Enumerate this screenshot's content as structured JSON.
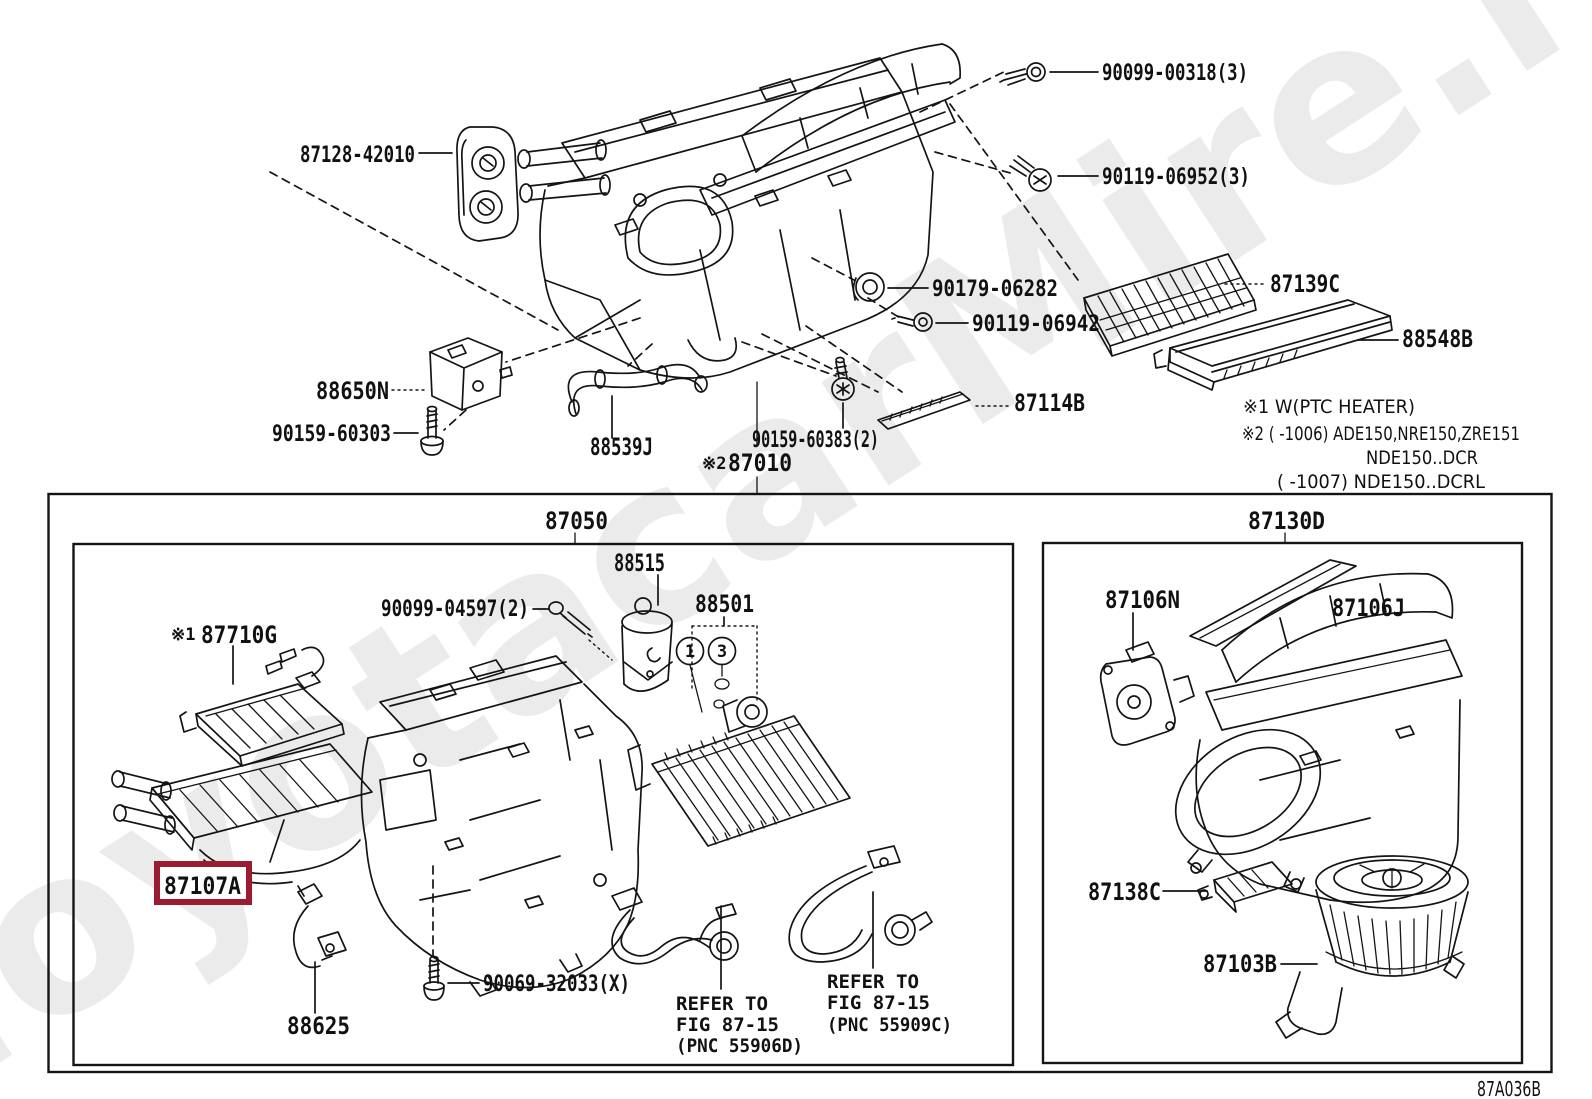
{
  "watermark": "ToyotacarMire.ru",
  "diagram_code": "87A036B",
  "colors": {
    "line": "#141414",
    "highlight": "#9b1c30",
    "watermark": "#ebebeb"
  },
  "labels": {
    "grommet_plate": "87128-42010",
    "screw_a": "90099-00318(3)",
    "screw_b": "90119-06952(3)",
    "grommet": "90179-06282",
    "screw_c": "90119-06942",
    "filter": "87139C",
    "filter_case": "88548B",
    "servo_motor": "88650N",
    "screw_d": "90159-60303",
    "water_hose": "88539J",
    "screw_e": "90159-60383(2)",
    "packing": "87114B",
    "unit_mark": "※2",
    "unit": "87010"
  },
  "notes": {
    "n1": "※1 W(PTC HEATER)",
    "n2": "※2 (  -1006) ADE150,NRE150,ZRE151",
    "n3": "NDE150..DCR",
    "n4": "(  -1007) NDE150..DCRL"
  },
  "heater_box": {
    "callout": "87050",
    "valve": "88515",
    "evaporator": "88501",
    "screw": "90099-04597(2)",
    "ptc_mark": "※1",
    "ptc": "87710G",
    "heater_core": "87107A",
    "wire": "88625",
    "screw2": "90069-32033(X)",
    "callout_1": "1",
    "callout_3": "3",
    "refer_left": {
      "l1": "REFER TO",
      "l2": "FIG 87-15",
      "l3": "(PNC 55906D)"
    },
    "refer_right": {
      "l1": "REFER TO",
      "l2": "FIG 87-15",
      "l3": "(PNC 55909C)"
    }
  },
  "blower_box": {
    "callout": "87130D",
    "servo": "87106N",
    "blower_unit": "87106J",
    "resistor": "87138C",
    "blower_motor": "87103B"
  }
}
